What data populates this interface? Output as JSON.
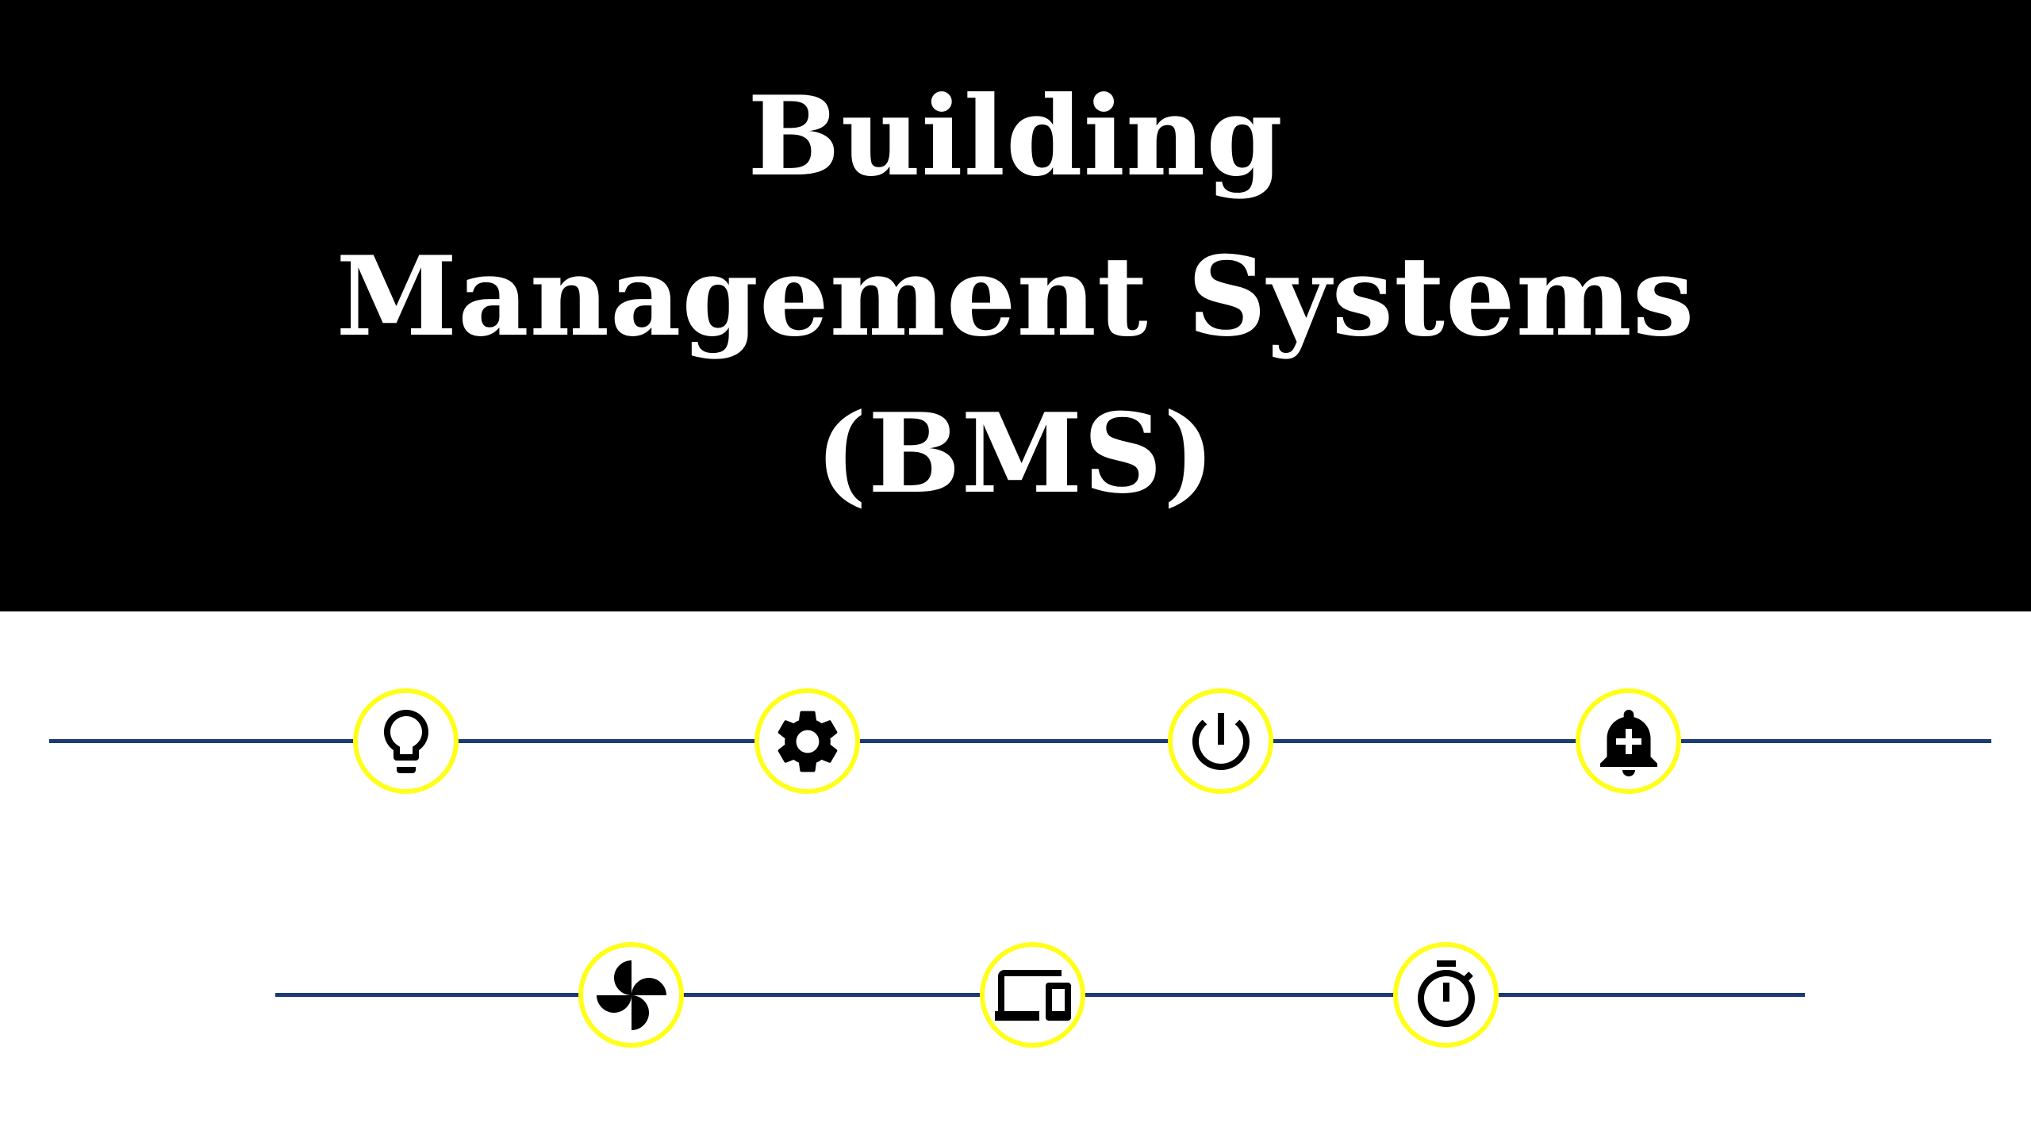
{
  "header": {
    "title_line1": "Building",
    "title_line2": "Management Systems",
    "title_line3": "(BMS)"
  },
  "colors": {
    "header_background": "#000000",
    "title_text": "#ffffff",
    "line": "#1c3a73",
    "icon_ring": "#ffff1a",
    "icon_fill": "#000000"
  },
  "icons": {
    "row1": [
      "lightbulb-icon",
      "gear-icon",
      "power-icon",
      "alarm-add-icon"
    ],
    "row2": [
      "fan-icon",
      "devices-icon",
      "stopwatch-icon"
    ]
  }
}
